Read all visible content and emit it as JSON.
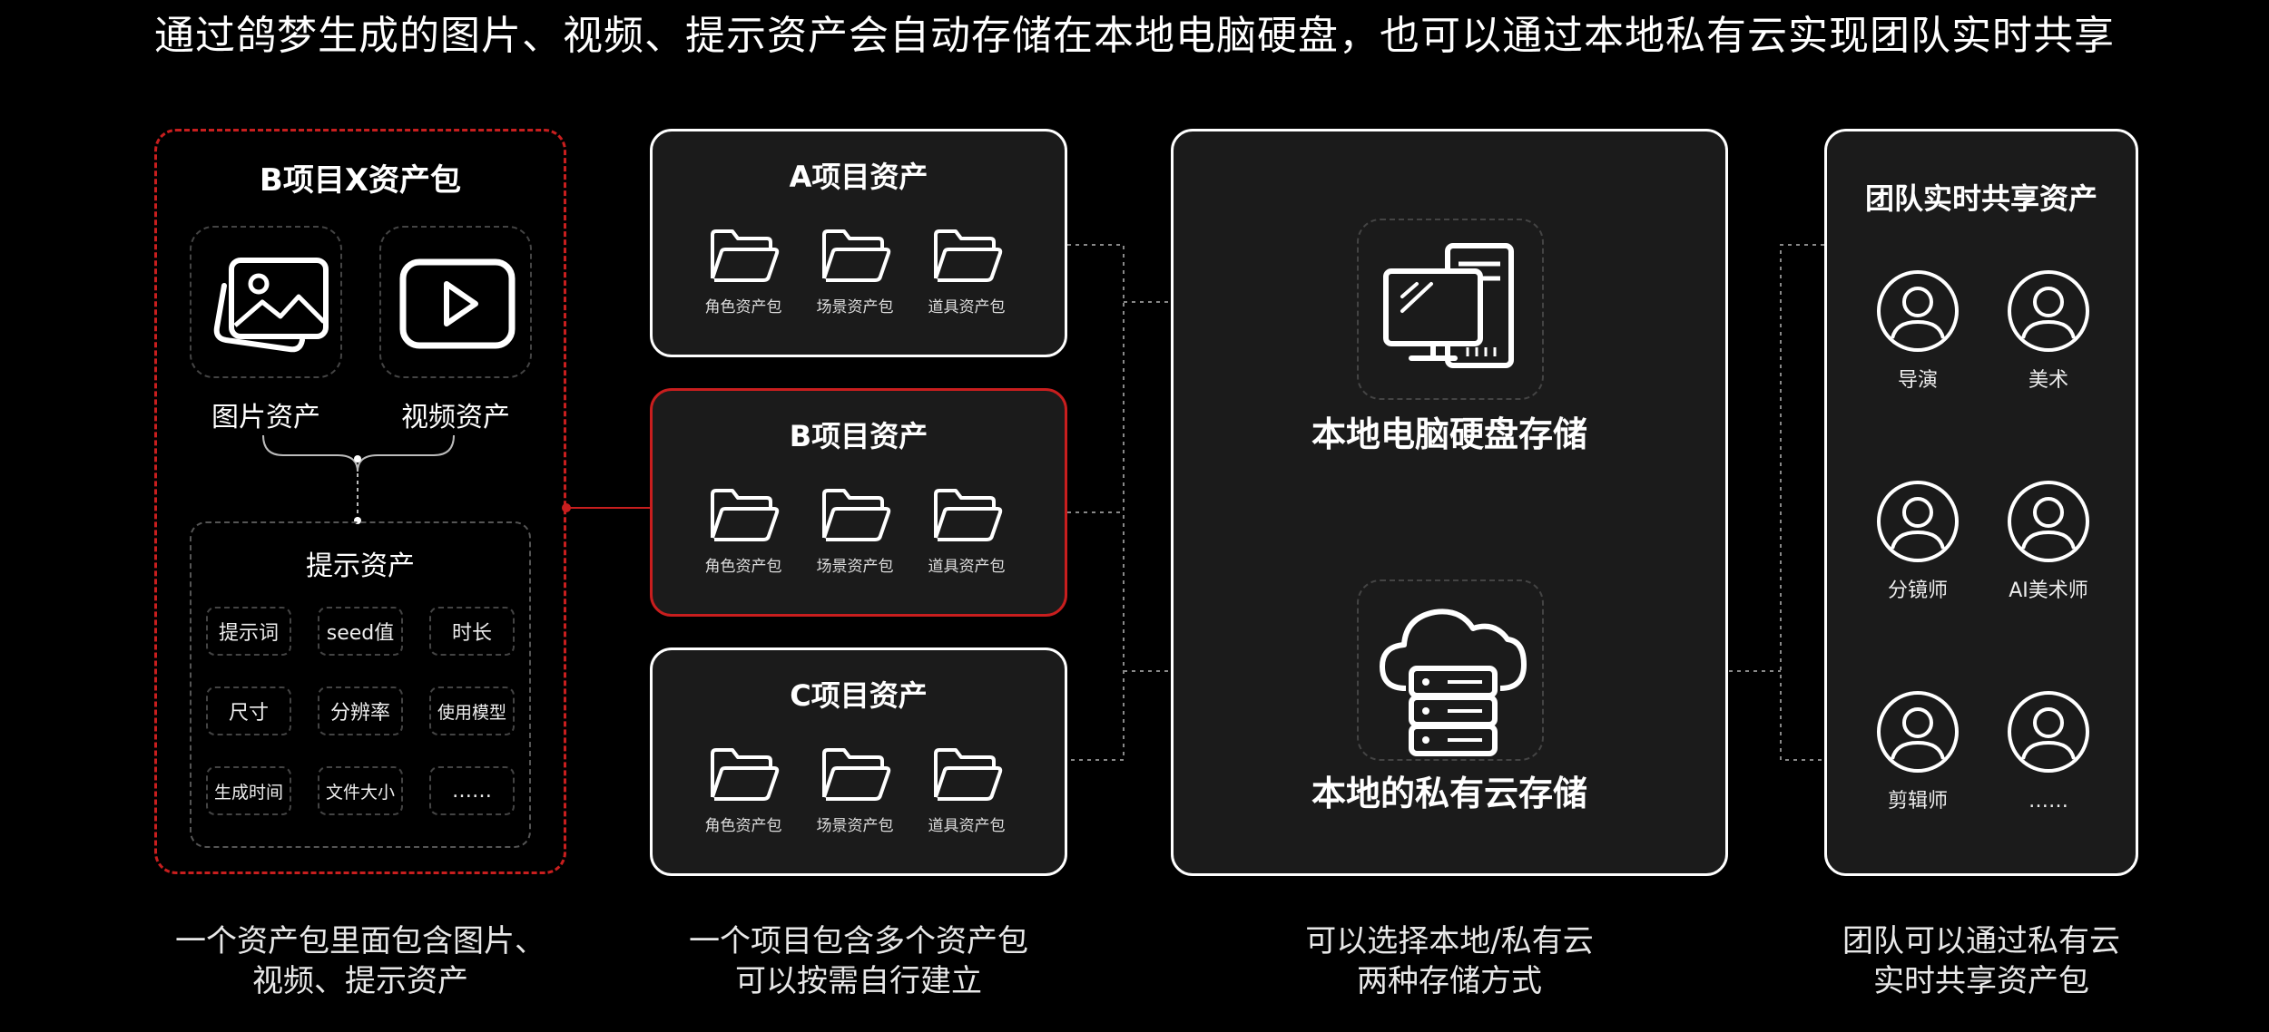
{
  "title": "通过鸽梦生成的图片、视频、提示资产会自动存储在本地电脑硬盘，也可以通过本地私有云实现团队实时共享",
  "bundle": {
    "title": "B项目X资产包",
    "image_label": "图片资产",
    "video_label": "视频资产",
    "prompt_title": "提示资产",
    "tags": [
      "提示词",
      "seed值",
      "时长",
      "尺寸",
      "分辨率",
      "使用模型",
      "生成时间",
      "文件大小",
      "……"
    ]
  },
  "projects": [
    {
      "title": "A项目资产",
      "folders": [
        "角色资产包",
        "场景资产包",
        "道具资产包"
      ]
    },
    {
      "title": "B项目资产",
      "folders": [
        "角色资产包",
        "场景资产包",
        "道具资产包"
      ]
    },
    {
      "title": "C项目资产",
      "folders": [
        "角色资产包",
        "场景资产包",
        "道具资产包"
      ]
    }
  ],
  "storage": {
    "local_label": "本地电脑硬盘存储",
    "cloud_label": "本地的私有云存储"
  },
  "team": {
    "title": "团队实时共享资产",
    "members": [
      "导演",
      "美术",
      "分镜师",
      "AI美术师",
      "剪辑师",
      "……"
    ]
  },
  "captions": [
    {
      "line1": "一个资产包里面包含图片、",
      "line2": "视频、提示资产"
    },
    {
      "line1": "一个项目包含多个资产包",
      "line2": "可以按需自行建立"
    },
    {
      "line1": "可以选择本地/私有云",
      "line2": "两种存储方式"
    },
    {
      "line1": "团队可以通过私有云",
      "line2": "实时共享资产包"
    }
  ],
  "colors": {
    "accent_red": "#c81e1e",
    "background": "#000000",
    "card": "#1b1b1b"
  }
}
